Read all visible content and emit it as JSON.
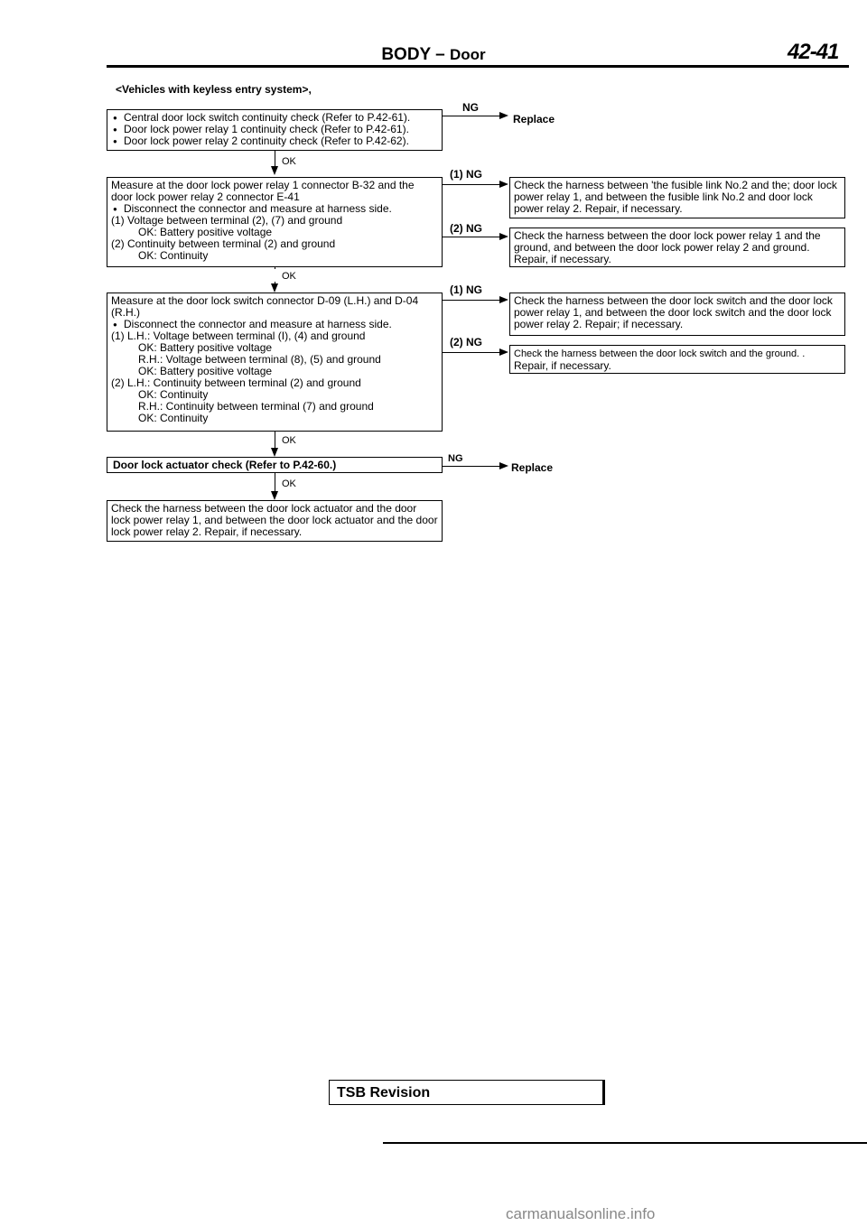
{
  "header": {
    "title": "BODY",
    "dash": "–",
    "subtitle": "Door",
    "page": "42-41"
  },
  "vehicles": "<Vehicles with keyless entry system>,",
  "step1": {
    "items": [
      "Central door lock switch continuity check (Refer to P.42-61).",
      "Door lock power relay 1 continuity check (Refer to P.42-61).",
      "Door lock power relay 2 continuity check (Refer to P.42-62)."
    ],
    "ng": "NG",
    "ng_result": "Replace",
    "ok": "OK"
  },
  "step2": {
    "lines": [
      "Measure at the door lock power relay 1 connector B-32 and the",
      "door lock power relay 2 connector E-41",
      "Disconnect the connector and measure at harness side.",
      "(1) Voltage between terminal (2), (7) and ground",
      "OK: Battery positive voltage",
      "(2) Continuity between terminal (2) and ground",
      "OK: Continuity"
    ],
    "ng1": "(1) NG",
    "ng2": "(2) NG",
    "ng1_result": "Check the harness between 'the fusible link No.2 and the; door lock power relay 1, and between the fusible link No.2 and door lock power relay 2. Repair, if necessary.",
    "ng2_result": "Check the harness between the door lock power relay 1 and the ground, and between the door lock power relay 2 and ground. Repair, if necessary.",
    "ok": "OK"
  },
  "step3": {
    "lines": [
      "Measure at the door lock switch connector D-09 (L.H.) and D-04",
      "(R.H.)",
      "Disconnect the connector and measure at harness side.",
      "(1) L.H.: Voltage between terminal (I), (4) and ground",
      "OK: Battery positive voltage",
      "R.H.: Voltage between terminal (8), (5) and ground",
      "OK: Battery positive voltage",
      "(2) L.H.: Continuity between terminal (2) and ground",
      "OK: Continuity",
      "R.H.: Continuity between terminal (7) and ground",
      "OK: Continuity"
    ],
    "ng1": "(1) NG",
    "ng2": "(2) NG",
    "ng1_result": "Check the harness between the door lock switch and the door lock power relay 1, and between the door lock switch and the door lock power relay 2. Repair; if necessary.",
    "ng2_result_line1": "Check the harness between the door lock switch and the ground. .",
    "ng2_result_line2": "Repair, if necessary.",
    "ok": "OK"
  },
  "step4": {
    "label": "Door lock actuator check (Refer to P.42-60.)",
    "ng": "NG",
    "ng_result": "Replace",
    "ok": "OK"
  },
  "step5": {
    "text": "Check the harness between the door lock actuator and the door lock power relay 1, and between the door lock actuator and the door lock power relay 2. Repair, if necessary."
  },
  "footer": {
    "tsb": "TSB Revision",
    "watermark": "carmanualsonline.info"
  }
}
